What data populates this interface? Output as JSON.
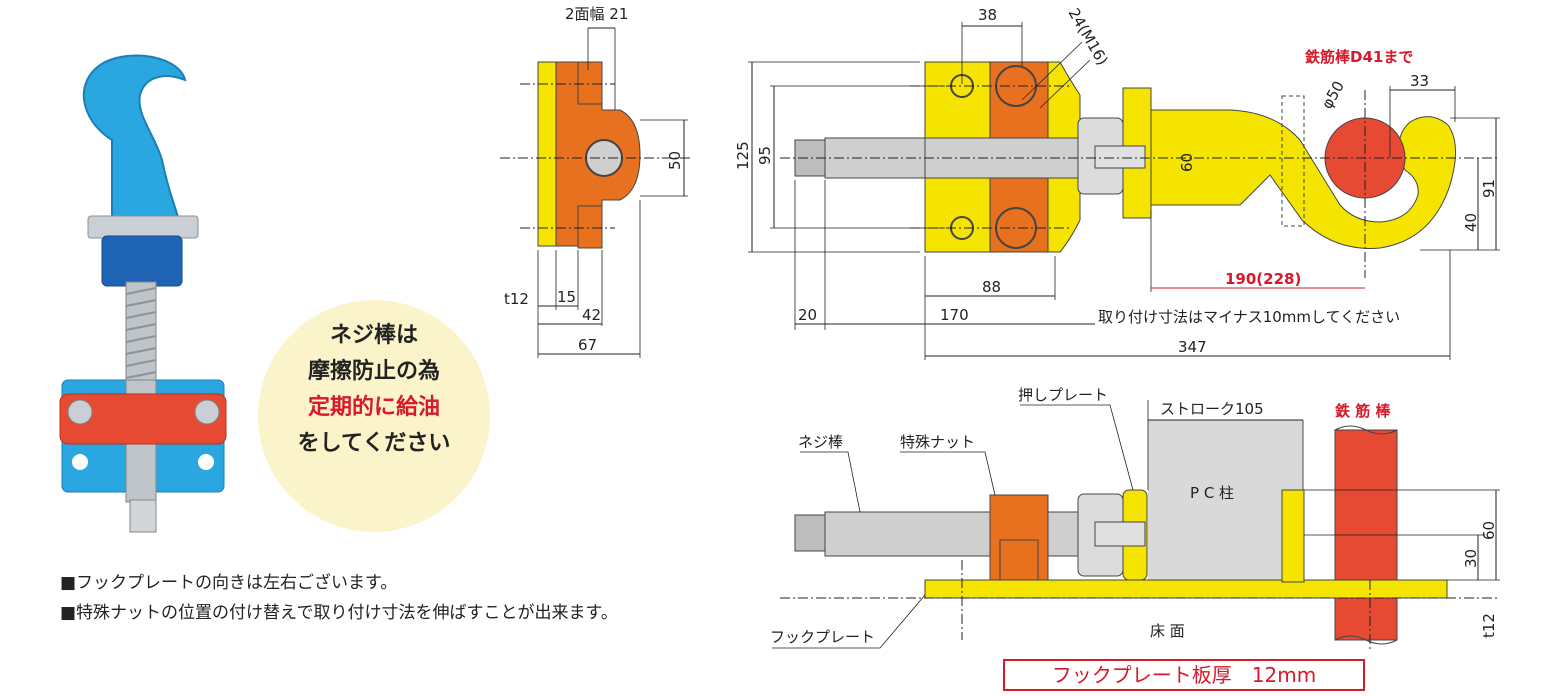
{
  "callout": {
    "line1": "ネジ棒は",
    "line2": "摩擦防止の為",
    "line3": "定期的に給油",
    "line4": "をしてください"
  },
  "notes": [
    "■フックプレートの向きは左右ございます。",
    "■特殊ナットの位置の付け替えで取り付け寸法を伸ばすことが出来ます。"
  ],
  "front_view": {
    "dim_top": "2面幅 21",
    "dim_height": "50",
    "dim_t12": "t12",
    "dim_15": "15",
    "dim_42": "42",
    "dim_67": "67"
  },
  "plan_view": {
    "dim_38": "38",
    "dim_bolt": "24(M16)",
    "rebar_note": "鉄筋棒D41まで",
    "dim_phi50": "φ50",
    "dim_33": "33",
    "dim_125": "125",
    "dim_95": "95",
    "dim_60": "60",
    "dim_91": "91",
    "dim_40": "40",
    "dim_88": "88",
    "dim_190": "190(228)",
    "dim_20": "20",
    "dim_170": "170",
    "mount_note": "取り付け寸法はマイナス10mmしてください",
    "dim_347": "347"
  },
  "side_view": {
    "label_push_plate": "押しプレート",
    "label_stroke": "ストローク105",
    "label_rebar": "鉄 筋 棒",
    "label_screw": "ネジ棒",
    "label_nut": "特殊ナット",
    "label_pc": "P C 柱",
    "dim_60": "60",
    "dim_30": "30",
    "dim_t12": "t12",
    "label_hook_plate": "フックプレート",
    "label_floor": "床 面"
  },
  "plate_thickness": "フックプレート板厚　12mm",
  "colors": {
    "blue": "#2aa7e0",
    "yellow": "#f5e400",
    "orange": "#e8711f",
    "red": "#e64a32",
    "gray": "#bdbdbd",
    "accent_red": "#d7192a"
  }
}
